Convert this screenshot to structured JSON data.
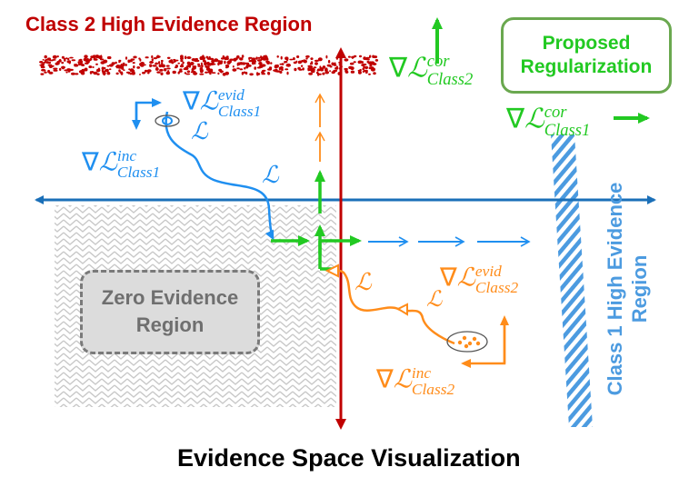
{
  "header": {
    "title": "Class 2 High Evidence Region"
  },
  "footer": {
    "title": "Evidence Space Visualization"
  },
  "boxes": {
    "proposed_line1": "Proposed",
    "proposed_line2": "Regularization",
    "zero_line1": "Zero Evidence",
    "zero_line2": "Region"
  },
  "right_label": {
    "line1": "Class 1 High Evidence",
    "line2": "Region"
  },
  "math": {
    "nabla": "∇",
    "loss": "ℒ",
    "sup_evid": "evid",
    "sup_inc": "inc",
    "sup_cor": "cor",
    "sub_class1": "Class1",
    "sub_class2": "Class2"
  },
  "colors": {
    "class2_region": "#c00000",
    "class1_region": "#4c9be0",
    "axis_blue": "#1a6fb8",
    "axis_red": "#c00000",
    "green": "#22c922",
    "blue": "#1f8ff0",
    "orange": "#ff8c1a",
    "zero_region_fill": "#dcdcdc"
  }
}
